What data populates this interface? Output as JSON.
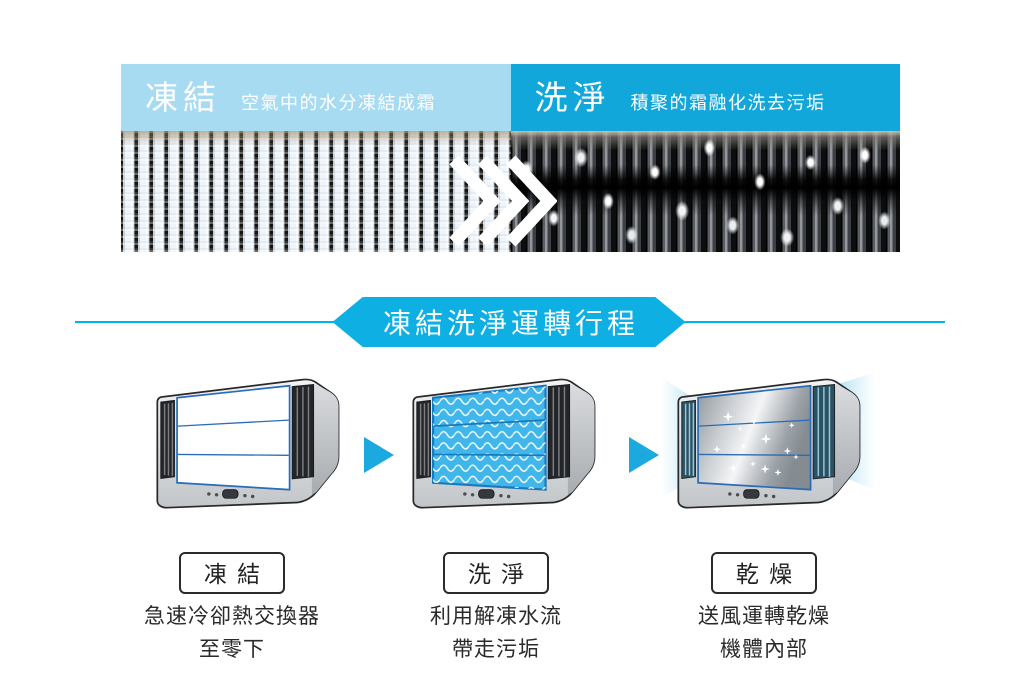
{
  "banner": {
    "freeze_header": {
      "title": "凍結",
      "subtitle": "空氣中的水分凍結成霜"
    },
    "wash_header": {
      "title": "洗淨",
      "subtitle": "積聚的霜融化洗去污垢"
    },
    "transition_icon": "triple-chevron-right"
  },
  "divider": {
    "label": "凍結洗淨運轉行程"
  },
  "process": {
    "arrow_icon": "triangle-right",
    "steps": [
      {
        "label": "凍結",
        "desc": [
          "急速冷卻熱交換器",
          "至零下"
        ],
        "illustration": "ac-unit-frosted-heat-exchanger"
      },
      {
        "label": "洗淨",
        "desc": [
          "利用解凍水流",
          "帶走污垢"
        ],
        "illustration": "ac-unit-defrost-water-flow"
      },
      {
        "label": "乾燥",
        "desc": [
          "送風運轉乾燥",
          "機體內部"
        ],
        "illustration": "ac-unit-fan-drying-sparkles"
      }
    ]
  },
  "colors": {
    "header_freeze_bg": "#a6dbf2",
    "header_wash_bg": "#12a7db",
    "divider_line": "#00b4e8",
    "pill_bg": "#0eb0e4",
    "arrow": "#1ba9e0",
    "panel_outline_blue": "#2a6db5",
    "wash_panel_fill": "#41b6ea",
    "wash_panel_outline": "#1778be",
    "text_dark": "#2a2a2a",
    "label_box_border": "#2b2b2b"
  }
}
